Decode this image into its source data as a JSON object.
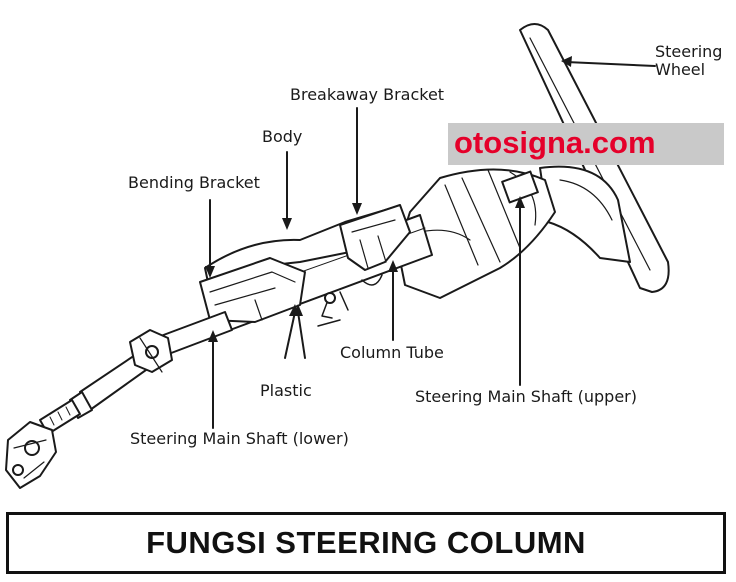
{
  "diagram": {
    "labels": {
      "steering_wheel": "Steering\nWheel",
      "breakaway_bracket": "Breakaway Bracket",
      "body": "Body",
      "bending_bracket": "Bending Bracket",
      "column_tube": "Column Tube",
      "plastic": "Plastic",
      "main_shaft_upper": "Steering Main Shaft (upper)",
      "main_shaft_lower": "Steering Main Shaft (lower)"
    },
    "watermark": "otosigna.com",
    "colors": {
      "watermark_text": "#e5002a",
      "watermark_bg": "#c9c9c9",
      "line": "#1a1a1a"
    }
  },
  "caption": {
    "title": "FUNGSI STEERING COLUMN"
  }
}
